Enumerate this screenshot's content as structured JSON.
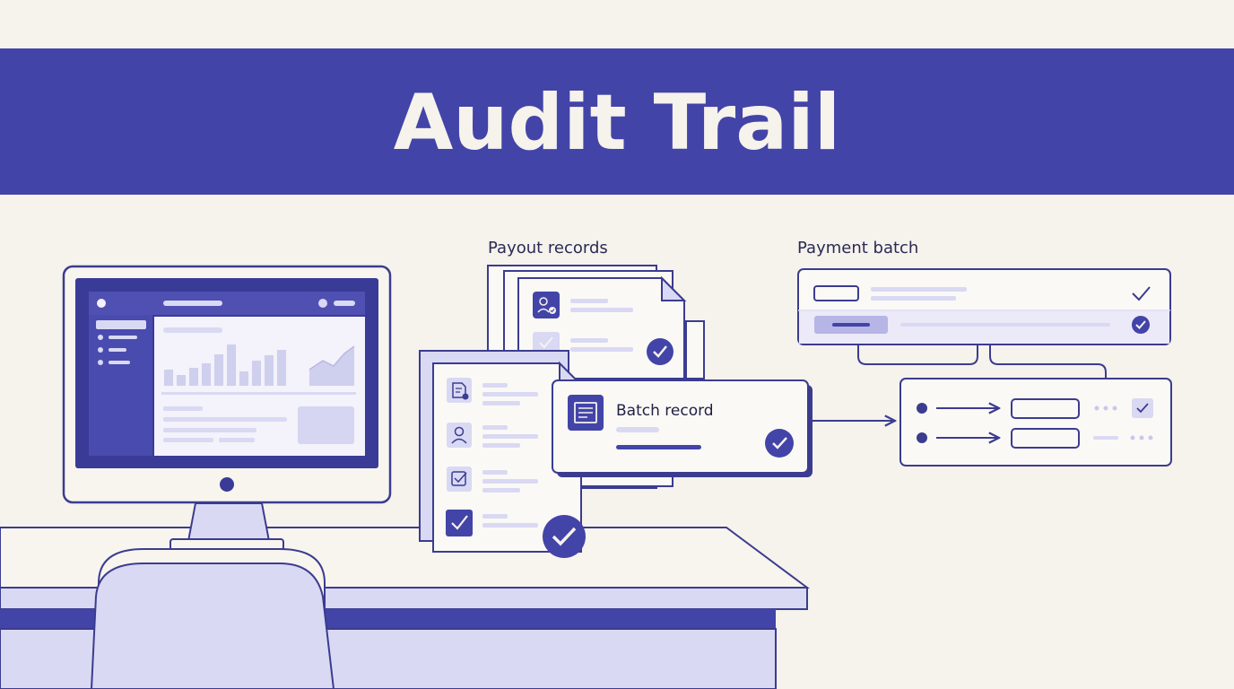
{
  "banner": {
    "title": "Audit Trail"
  },
  "sections": {
    "payout_records_label": "Payout records",
    "payment_batch_label": "Payment batch"
  },
  "batch_card": {
    "title": "Batch record"
  },
  "colors": {
    "primary": "#4344a8",
    "light_fill": "#d9d9f4",
    "background": "#f6f2ec",
    "card": "#fbf9f5",
    "stroke": "#3b3c8f",
    "banner_text": "#f6f2ec"
  },
  "icons": {
    "records_front": [
      "document-edit-icon",
      "user-icon",
      "checkbox-icon",
      "checked-box-icon"
    ],
    "records_back": [
      "user-check-icon",
      "checkmark-icon"
    ],
    "batch": [
      "checkmark-icon",
      "check-circle-icon"
    ],
    "card": [
      "document-lines-icon",
      "check-circle-icon"
    ]
  }
}
